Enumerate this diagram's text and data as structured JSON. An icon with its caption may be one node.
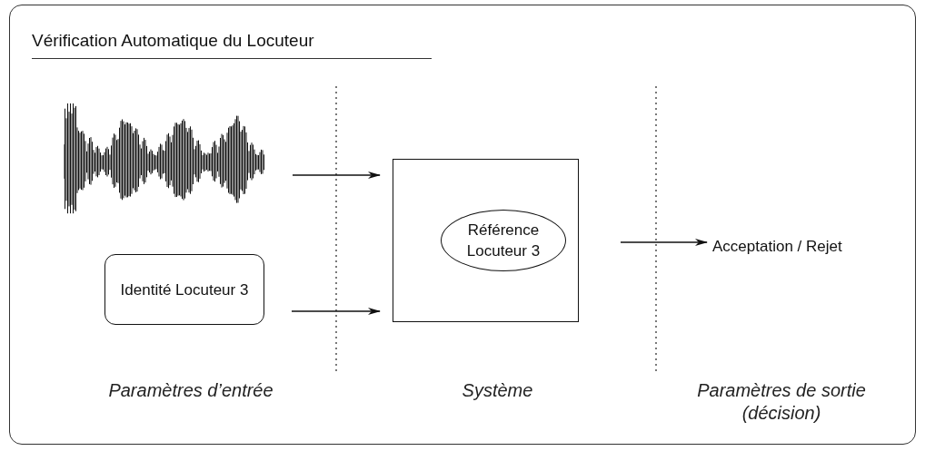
{
  "diagram": {
    "title": "Vérification Automatique du Locuteur",
    "nodes": [
      {
        "text": [],
        "shape": "picture"
      },
      {
        "text": [
          "Identité Locuteur 3"
        ]
      },
      {
        "text": [],
        "shape": "box"
      },
      {
        "text": [
          "Référence Locuteur 3"
        ],
        "in": 2
      },
      {
        "text": [
          "Acceptation / Rejet"
        ]
      }
    ],
    "edges": [
      {
        "from": 0,
        "to": 2,
        "arrow": "to"
      },
      {
        "from": 1,
        "to": 2,
        "arrow": "to"
      },
      {
        "from": 2,
        "to": 4,
        "arrow": "to"
      }
    ],
    "labels": [
      "Paramètres d’entrée",
      "Système",
      "Paramètres de sortie (décision)"
    ]
  }
}
